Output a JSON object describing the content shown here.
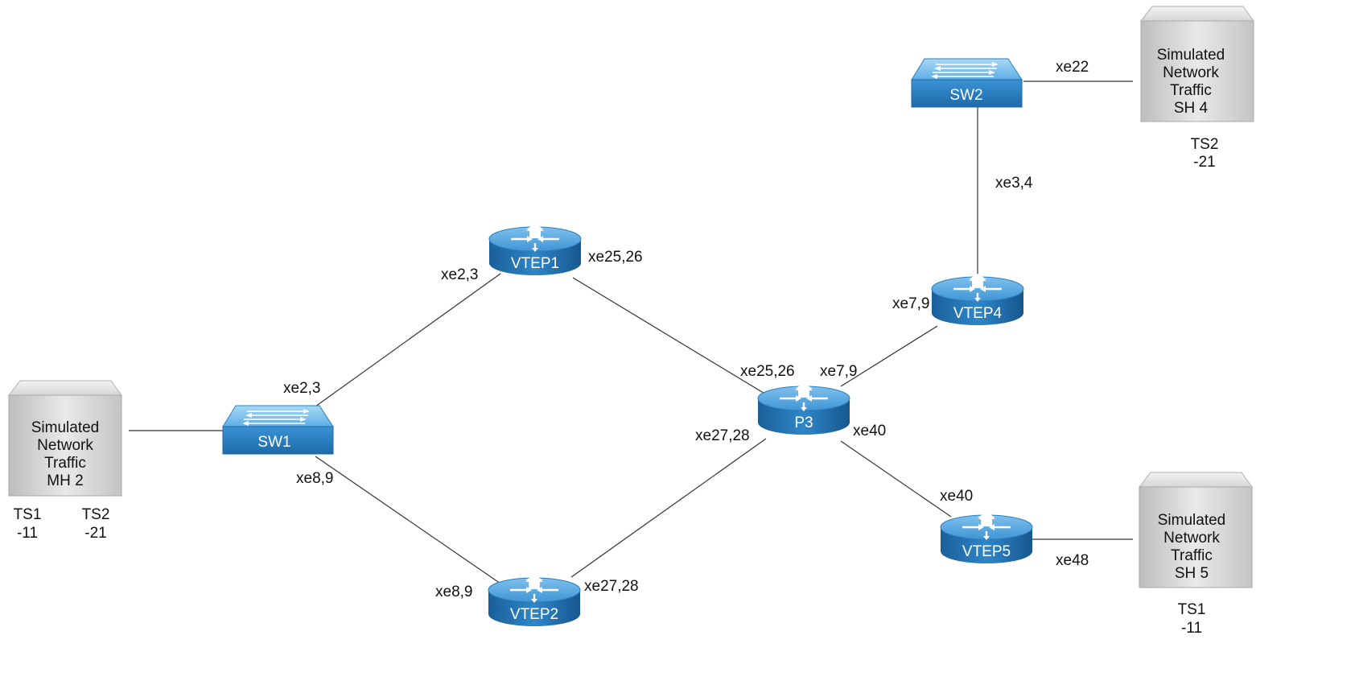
{
  "nodes": {
    "sw1": {
      "label": "SW1"
    },
    "sw2": {
      "label": "SW2"
    },
    "vtep1": {
      "label": "VTEP1"
    },
    "vtep2": {
      "label": "VTEP2"
    },
    "vtep4": {
      "label": "VTEP4"
    },
    "vtep5": {
      "label": "VTEP5"
    },
    "p3": {
      "label": "P3"
    }
  },
  "hosts": {
    "mh2": {
      "lines": [
        "Simulated",
        "Network",
        "Traffic",
        "MH 2"
      ],
      "ts": [
        [
          "TS1",
          "-11"
        ],
        [
          "TS2",
          "-21"
        ]
      ]
    },
    "sh4": {
      "lines": [
        "Simulated",
        "Network",
        "Traffic",
        "SH 4"
      ],
      "ts": [
        [
          "TS2",
          "-21"
        ]
      ]
    },
    "sh5": {
      "lines": [
        "Simulated",
        "Network",
        "Traffic",
        "SH 5"
      ],
      "ts": [
        [
          "TS1",
          "-11"
        ]
      ]
    }
  },
  "ports": {
    "sw1_up": "xe2,3",
    "sw1_down": "xe8,9",
    "vtep1_left": "xe2,3",
    "vtep1_right": "xe25,26",
    "vtep2_left": "xe8,9",
    "vtep2_right": "xe27,28",
    "p3_vtep1": "xe25,26",
    "p3_vtep2": "xe27,28",
    "p3_vtep4": "xe7,9",
    "p3_vtep5": "xe40",
    "vtep4_p3": "xe7,9",
    "vtep5_p3": "xe40",
    "vtep5_sh5": "xe48",
    "sw2_sh4": "xe22",
    "sw2_vtep4": "xe3,4"
  }
}
